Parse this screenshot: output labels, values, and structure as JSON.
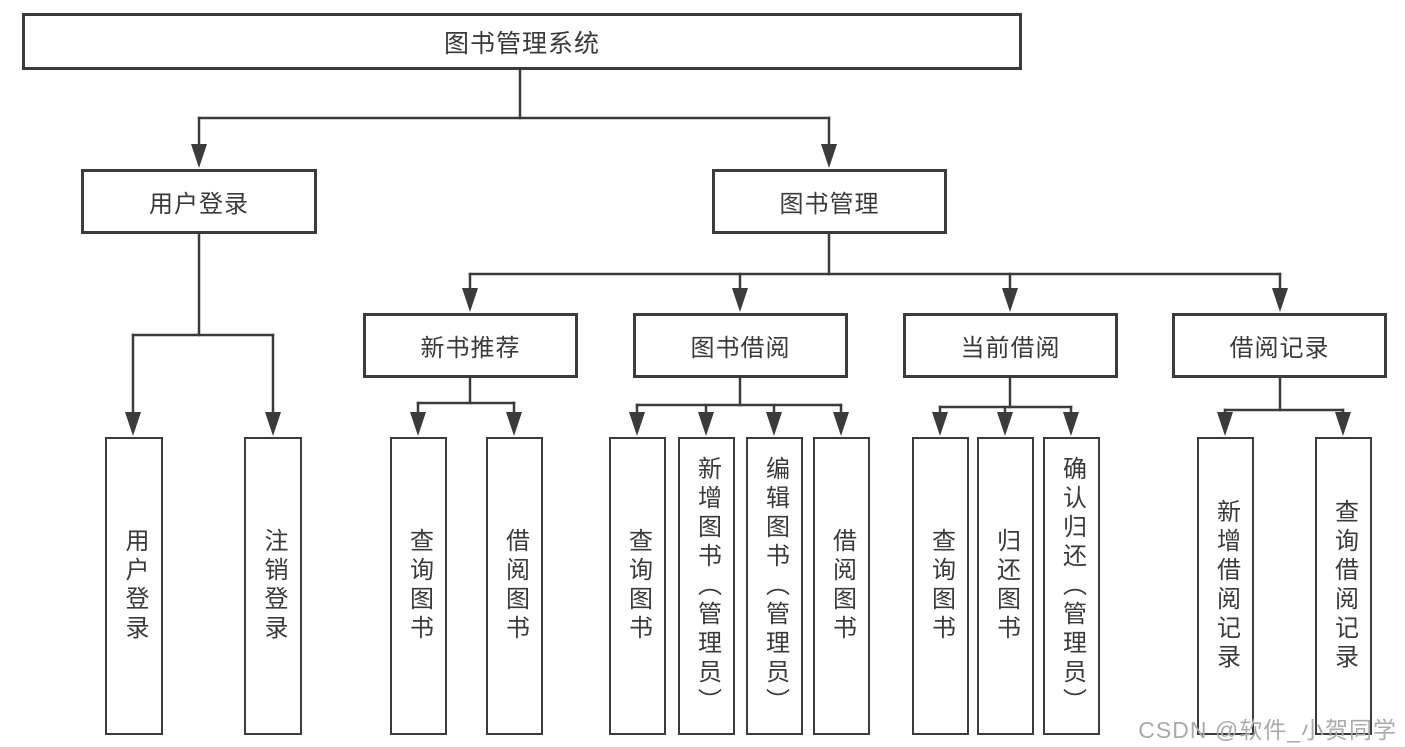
{
  "tree": {
    "root": {
      "label": "图书管理系统"
    },
    "login": {
      "label": "用户登录",
      "children": [
        {
          "label": "用户登录"
        },
        {
          "label": "注销登录"
        }
      ]
    },
    "mgmt": {
      "label": "图书管理",
      "modules": [
        {
          "label": "新书推荐",
          "children": [
            {
              "label": "查询图书"
            },
            {
              "label": "借阅图书"
            }
          ]
        },
        {
          "label": "图书借阅",
          "children": [
            {
              "label": "查询图书"
            },
            {
              "label": "新增图书（管理员）"
            },
            {
              "label": "编辑图书（管理员）"
            },
            {
              "label": "借阅图书"
            }
          ]
        },
        {
          "label": "当前借阅",
          "children": [
            {
              "label": "查询图书"
            },
            {
              "label": "归还图书"
            },
            {
              "label": "确认归还（管理员）"
            }
          ]
        },
        {
          "label": "借阅记录",
          "children": [
            {
              "label": "新增借阅记录"
            },
            {
              "label": "查询借阅记录"
            }
          ]
        }
      ]
    }
  },
  "watermark": {
    "text": "CSDN @软件_小贺同学"
  },
  "colors": {
    "line": "#3b3b3b",
    "text": "#3a3a3a",
    "watermark": "#aaaaaa",
    "background": "#ffffff"
  }
}
